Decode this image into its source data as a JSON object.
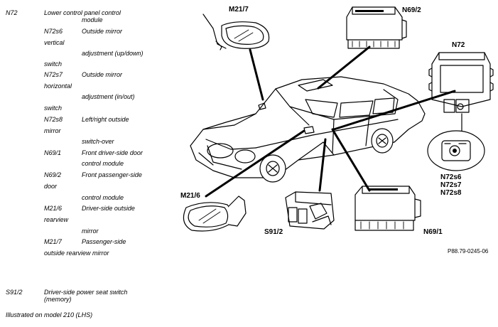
{
  "legend": {
    "n72": {
      "code": "N72",
      "l1": "Lower control panel control",
      "l2": "module"
    },
    "n72s6": {
      "code": "N72s6",
      "l1": "Outside mirror",
      "l2": "vertical",
      "l3": "adjustment (up/down)",
      "l4": "switch"
    },
    "n72s7": {
      "code": "N72s7",
      "l1": "Outside mirror",
      "l2": "horizontal",
      "l3": "adjustment (in/out)",
      "l4": "switch"
    },
    "n72s8": {
      "code": "N72s8",
      "l1": "Left/right outside",
      "l2": "mirror",
      "l3": "switch-over"
    },
    "n691": {
      "code": "N69/1",
      "l1": "Front driver-side door",
      "l2": "control module"
    },
    "n692": {
      "code": "N69/2",
      "l1": "Front passenger-side",
      "l2": "door",
      "l3": "control module"
    },
    "m216": {
      "code": "M21/6",
      "l1": "Driver-side outside",
      "l2": "rearview",
      "l3": "mirror"
    },
    "m217": {
      "code": "M21/7",
      "l1": "Passenger-side",
      "l2": "outside rearview mirror"
    },
    "s912": {
      "code": "S91/2",
      "l1": "Driver-side power seat switch",
      "l2": "(memory)"
    },
    "note": "Illustrated on model 210 (LHS)"
  },
  "diagram": {
    "labels": {
      "m217": "M21/7",
      "n692": "N69/2",
      "n72": "N72",
      "m216": "M21/6",
      "s912": "S91/2",
      "n691": "N69/1",
      "n72s6": "N72s6",
      "n72s7": "N72s7",
      "n72s8": "N72s8"
    },
    "ref": "P88.79-0245-06"
  }
}
